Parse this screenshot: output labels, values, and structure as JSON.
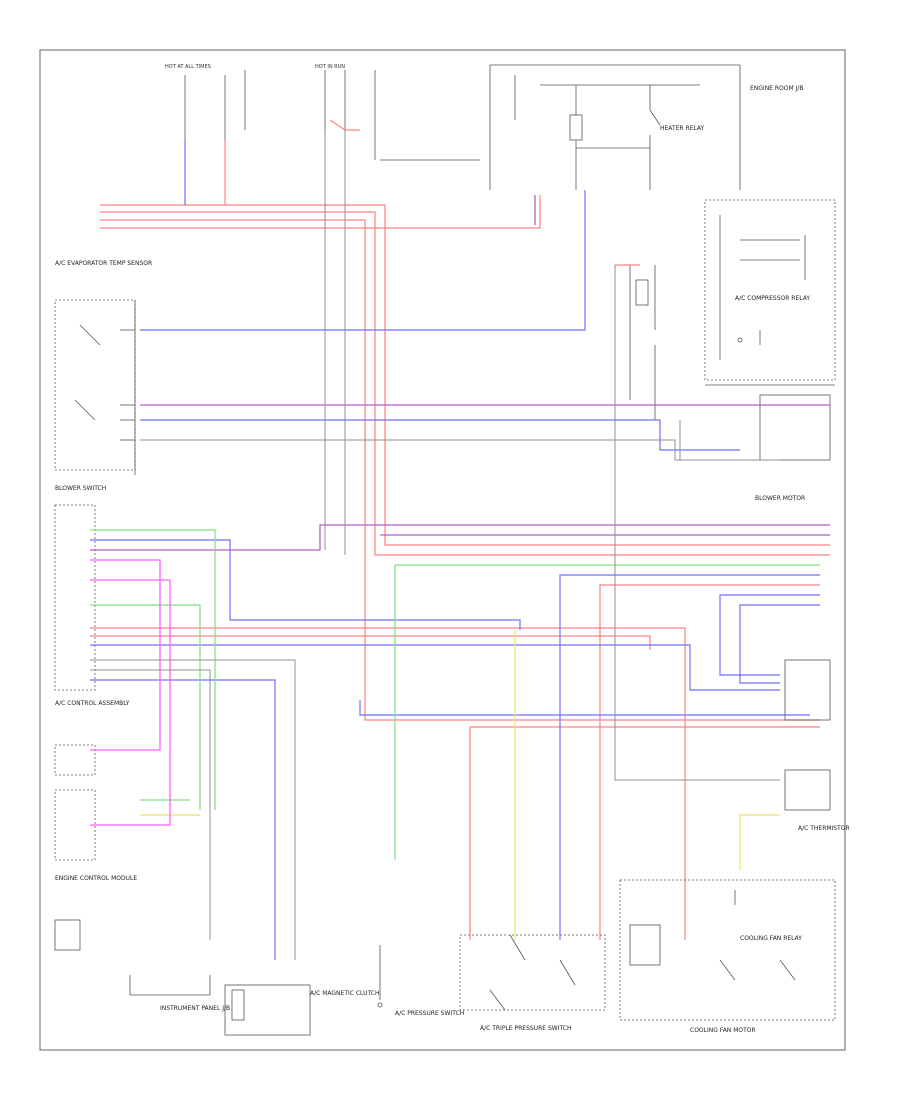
{
  "diagram": {
    "footer_code": "",
    "labels": {
      "blower_switch": "BLOWER SWITCH",
      "ac_evap_temp_sensor": "A/C EVAPORATOR TEMP SENSOR",
      "ac_magnetic_clutch": "A/C MAGNETIC CLUTCH",
      "ac_pressure_switch": "A/C PRESSURE SWITCH",
      "engine_control_module": "ENGINE CONTROL MODULE",
      "ac_control_assembly": "A/C CONTROL ASSEMBLY",
      "ac_compressor_relay": "A/C COMPRESSOR RELAY",
      "heater_relay": "HEATER RELAY",
      "blower_motor": "BLOWER MOTOR",
      "ac_thermistor": "A/C THERMISTOR",
      "cooling_fan_relay": "COOLING FAN RELAY",
      "hot_at_all_times": "HOT AT ALL TIMES",
      "hot_in_run": "HOT IN RUN",
      "ac_triple_pressure_switch": "A/C TRIPLE PRESSURE SWITCH",
      "cooling_fan_motor": "COOLING FAN MOTOR",
      "engine_room_jb": "ENGINE ROOM J/B",
      "instrument_panel_jb": "INSTRUMENT PANEL J/B"
    },
    "wire_colors": {
      "red": "#ff8080",
      "blue": "#7070ff",
      "violet": "#b060c0",
      "green": "#80e080",
      "yellow": "#e8e860",
      "pink": "#ff60ff",
      "black": "#202020",
      "gray": "#909090",
      "white": "#d8d8d8"
    }
  }
}
